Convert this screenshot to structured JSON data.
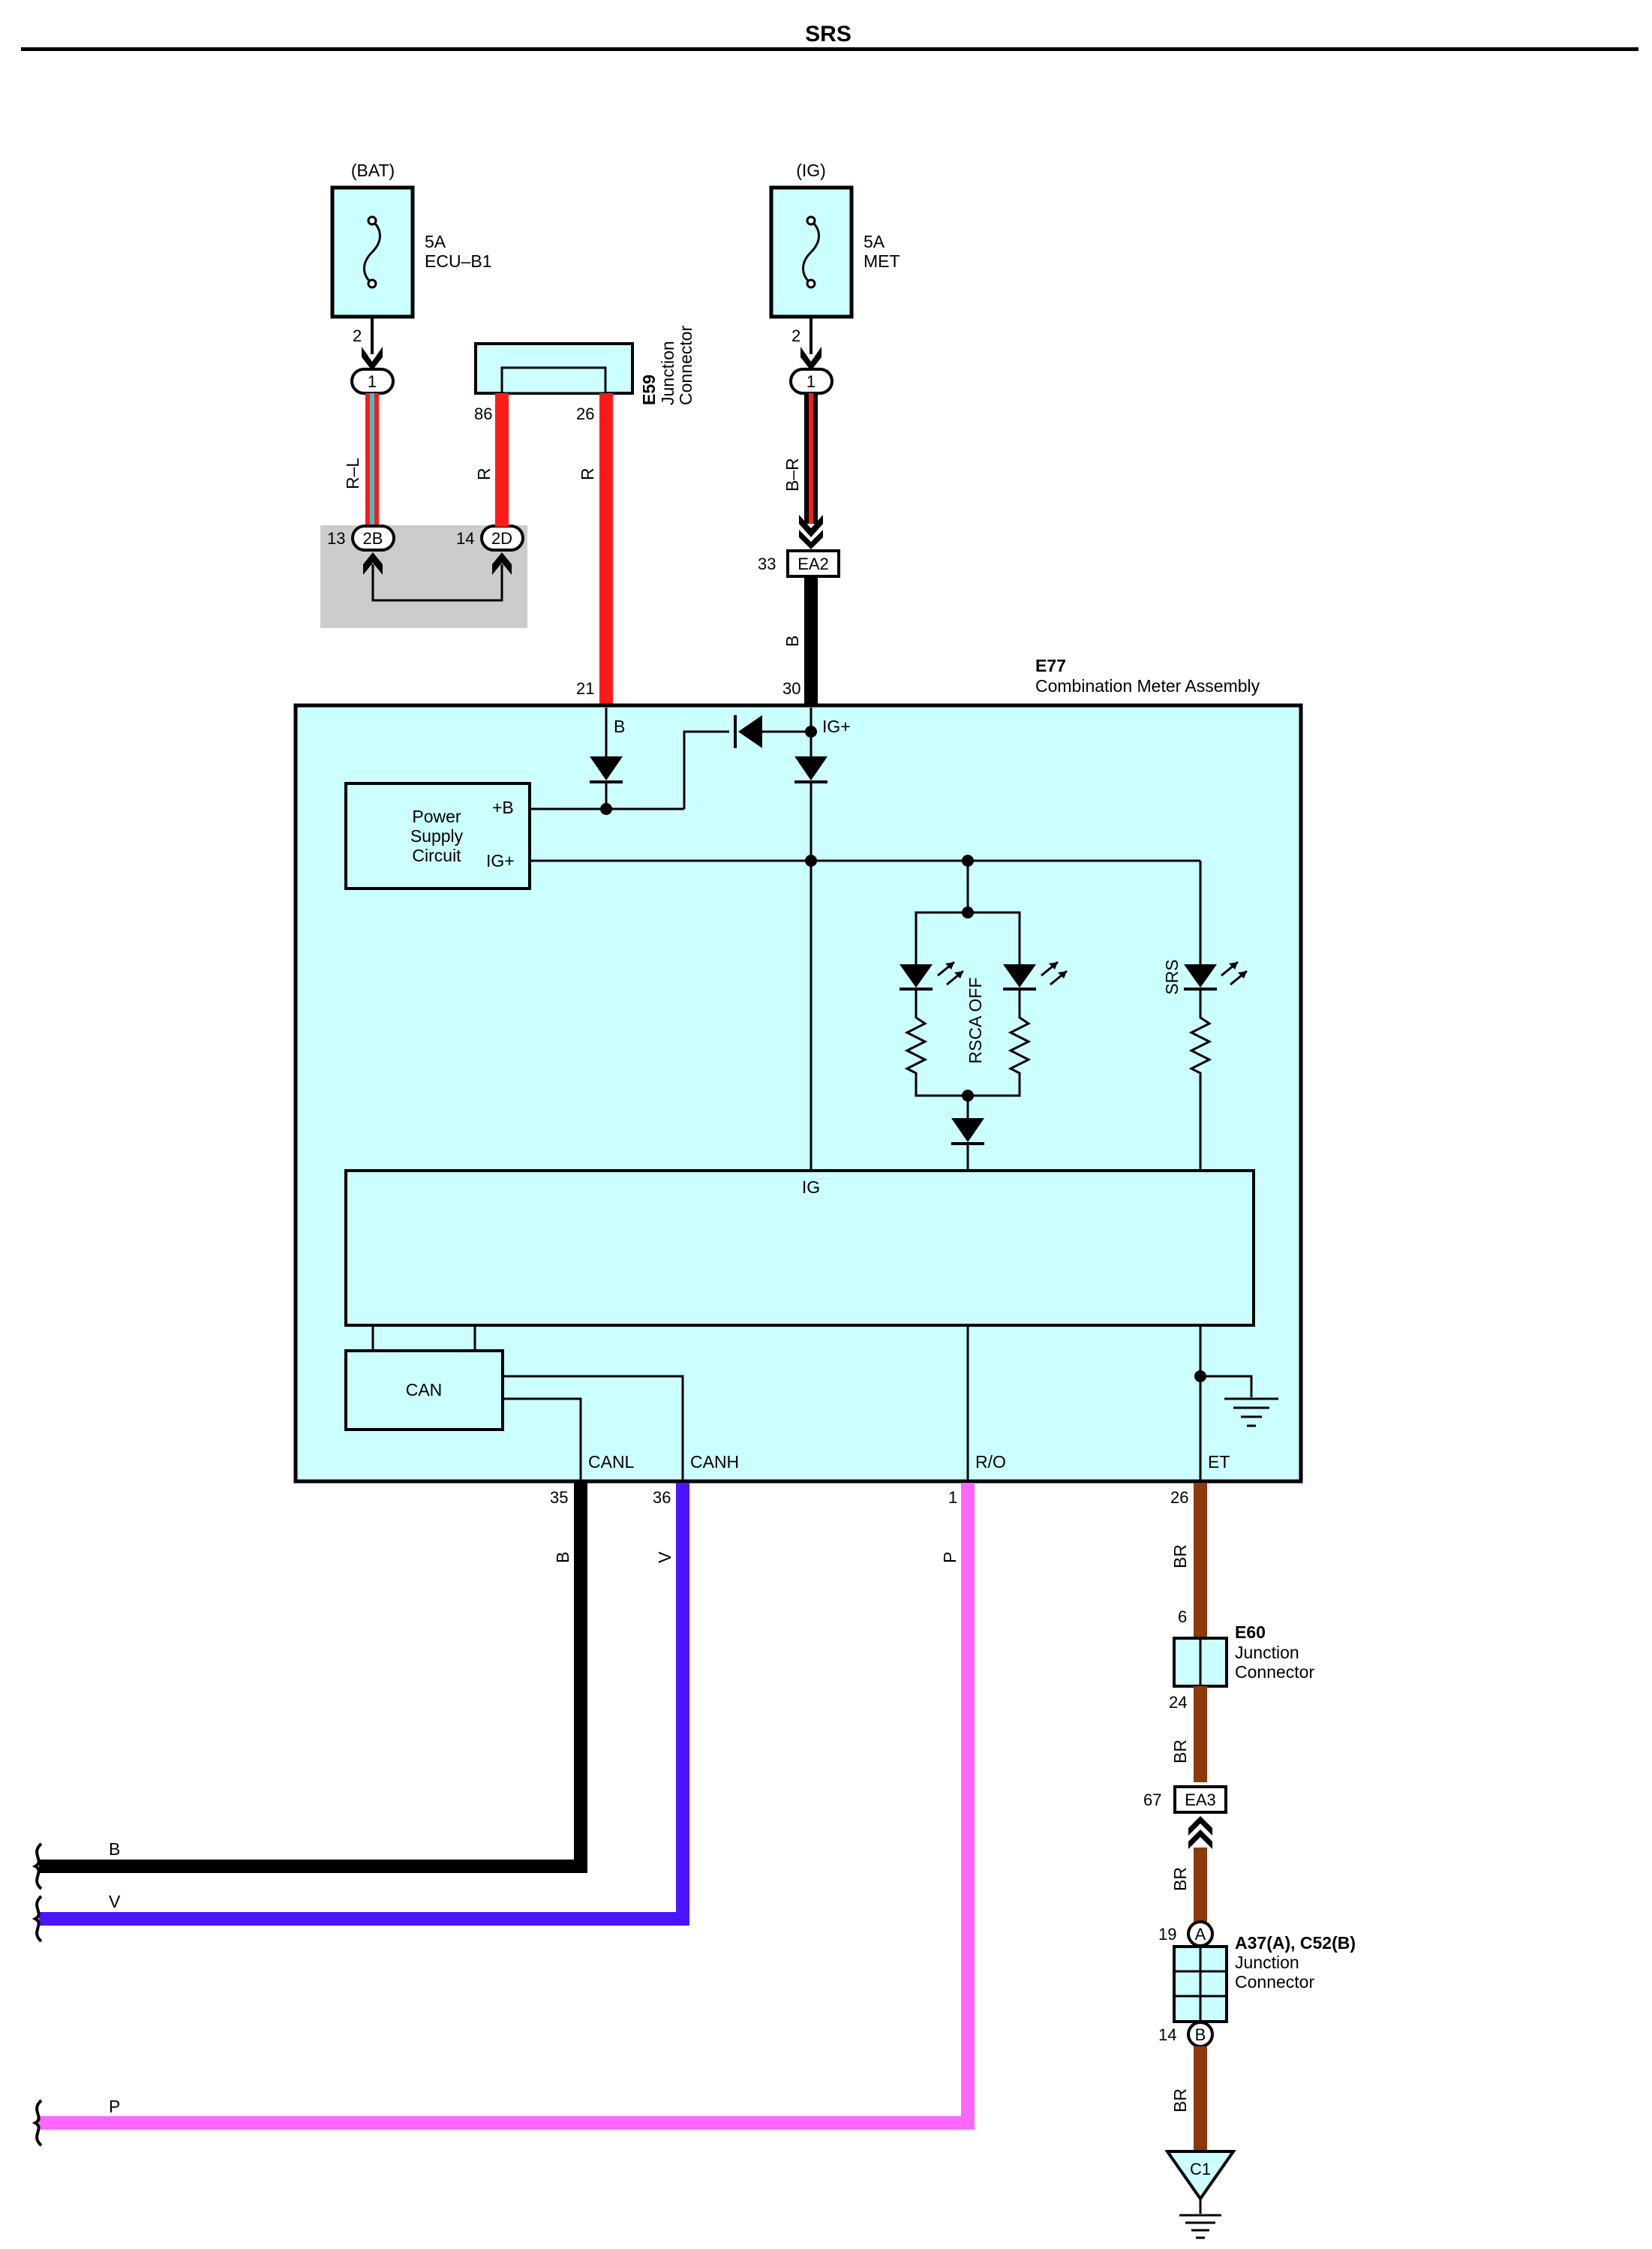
{
  "title": "SRS",
  "power": {
    "bat_label": "(BAT)",
    "ig_label": "(IG)",
    "fuse1": {
      "amp": "5A",
      "name": "ECU–B1"
    },
    "fuse2": {
      "amp": "5A",
      "name": "MET"
    }
  },
  "connectors": {
    "e59": {
      "id": "E59",
      "desc1": "Junction",
      "desc2": "Connector",
      "pin_a": "86",
      "pin_b": "26"
    },
    "bat_pin": "2",
    "bat_junc": "1",
    "ig_pin": "2",
    "ig_junc": "1",
    "j2b": {
      "pin": "13",
      "id": "2B"
    },
    "j2d": {
      "pin": "14",
      "id": "2D"
    },
    "ea2": {
      "pin": "33",
      "id": "EA2"
    },
    "e60": {
      "id": "E60",
      "desc1": "Junction",
      "desc2": "Connector",
      "pin_top": "6",
      "pin_bottom": "24"
    },
    "ea3": {
      "pin": "67",
      "id": "EA3"
    },
    "a37": {
      "id": "A37(A), C52(B)",
      "desc1": "Junction",
      "desc2": "Connector",
      "pin_a": "19",
      "label_a": "A",
      "pin_b": "14",
      "label_b": "B"
    },
    "ground": "C1"
  },
  "wires": {
    "rl": "R–L",
    "r1": "R",
    "r2": "R",
    "br_top": "B–R",
    "b_top": "B",
    "b_bottom": "B",
    "v_bottom": "V",
    "p_bottom": "P",
    "br1": "BR",
    "br2": "BR",
    "br3": "BR",
    "br4": "BR",
    "out_b": "B",
    "out_v": "V",
    "out_p": "P"
  },
  "meter": {
    "id": "E77",
    "name": "Combination Meter Assembly",
    "pin21": "21",
    "pin30": "30",
    "pin35": "35",
    "pin36": "36",
    "pin1": "1",
    "pin26": "26",
    "b": "B",
    "igplus": "IG+",
    "psc1": "Power",
    "psc2": "Supply",
    "psc3": "Circuit",
    "psc_b": "+B",
    "psc_ig": "IG+",
    "rsca": "RSCA OFF",
    "srs": "SRS",
    "ig": "IG",
    "can": "CAN",
    "canl": "CANL",
    "canh": "CANH",
    "ro": "R/O",
    "et": "ET"
  },
  "colors": {
    "meter_fill": "#CCFFFF",
    "red": "#FF1A1A",
    "rl_stripe": "#3FC0C8",
    "violet": "#4B14FF",
    "pink": "#FF66FF",
    "brown": "#8B3A0A",
    "black": "#000000",
    "gray": "#CCCCCC"
  }
}
